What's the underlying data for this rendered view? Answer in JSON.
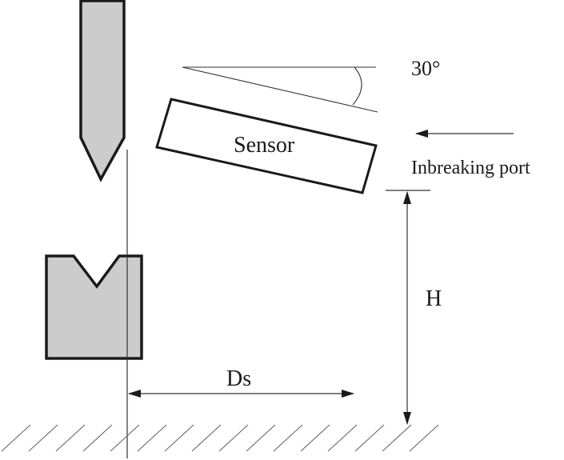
{
  "diagram": {
    "title": "Press brake sensor mounting geometry",
    "labels": {
      "angle": "30°",
      "sensor": "Sensor",
      "inbreaking_port": "Inbreaking port",
      "height": "H",
      "distance": "Ds"
    },
    "angle_degrees": 30,
    "components": [
      "punch",
      "die",
      "sensor",
      "ground"
    ],
    "colors": {
      "tool_fill": "#cccccc",
      "outline": "#1a1a1a",
      "thin_line": "#333333",
      "hatch": "#666666"
    }
  }
}
